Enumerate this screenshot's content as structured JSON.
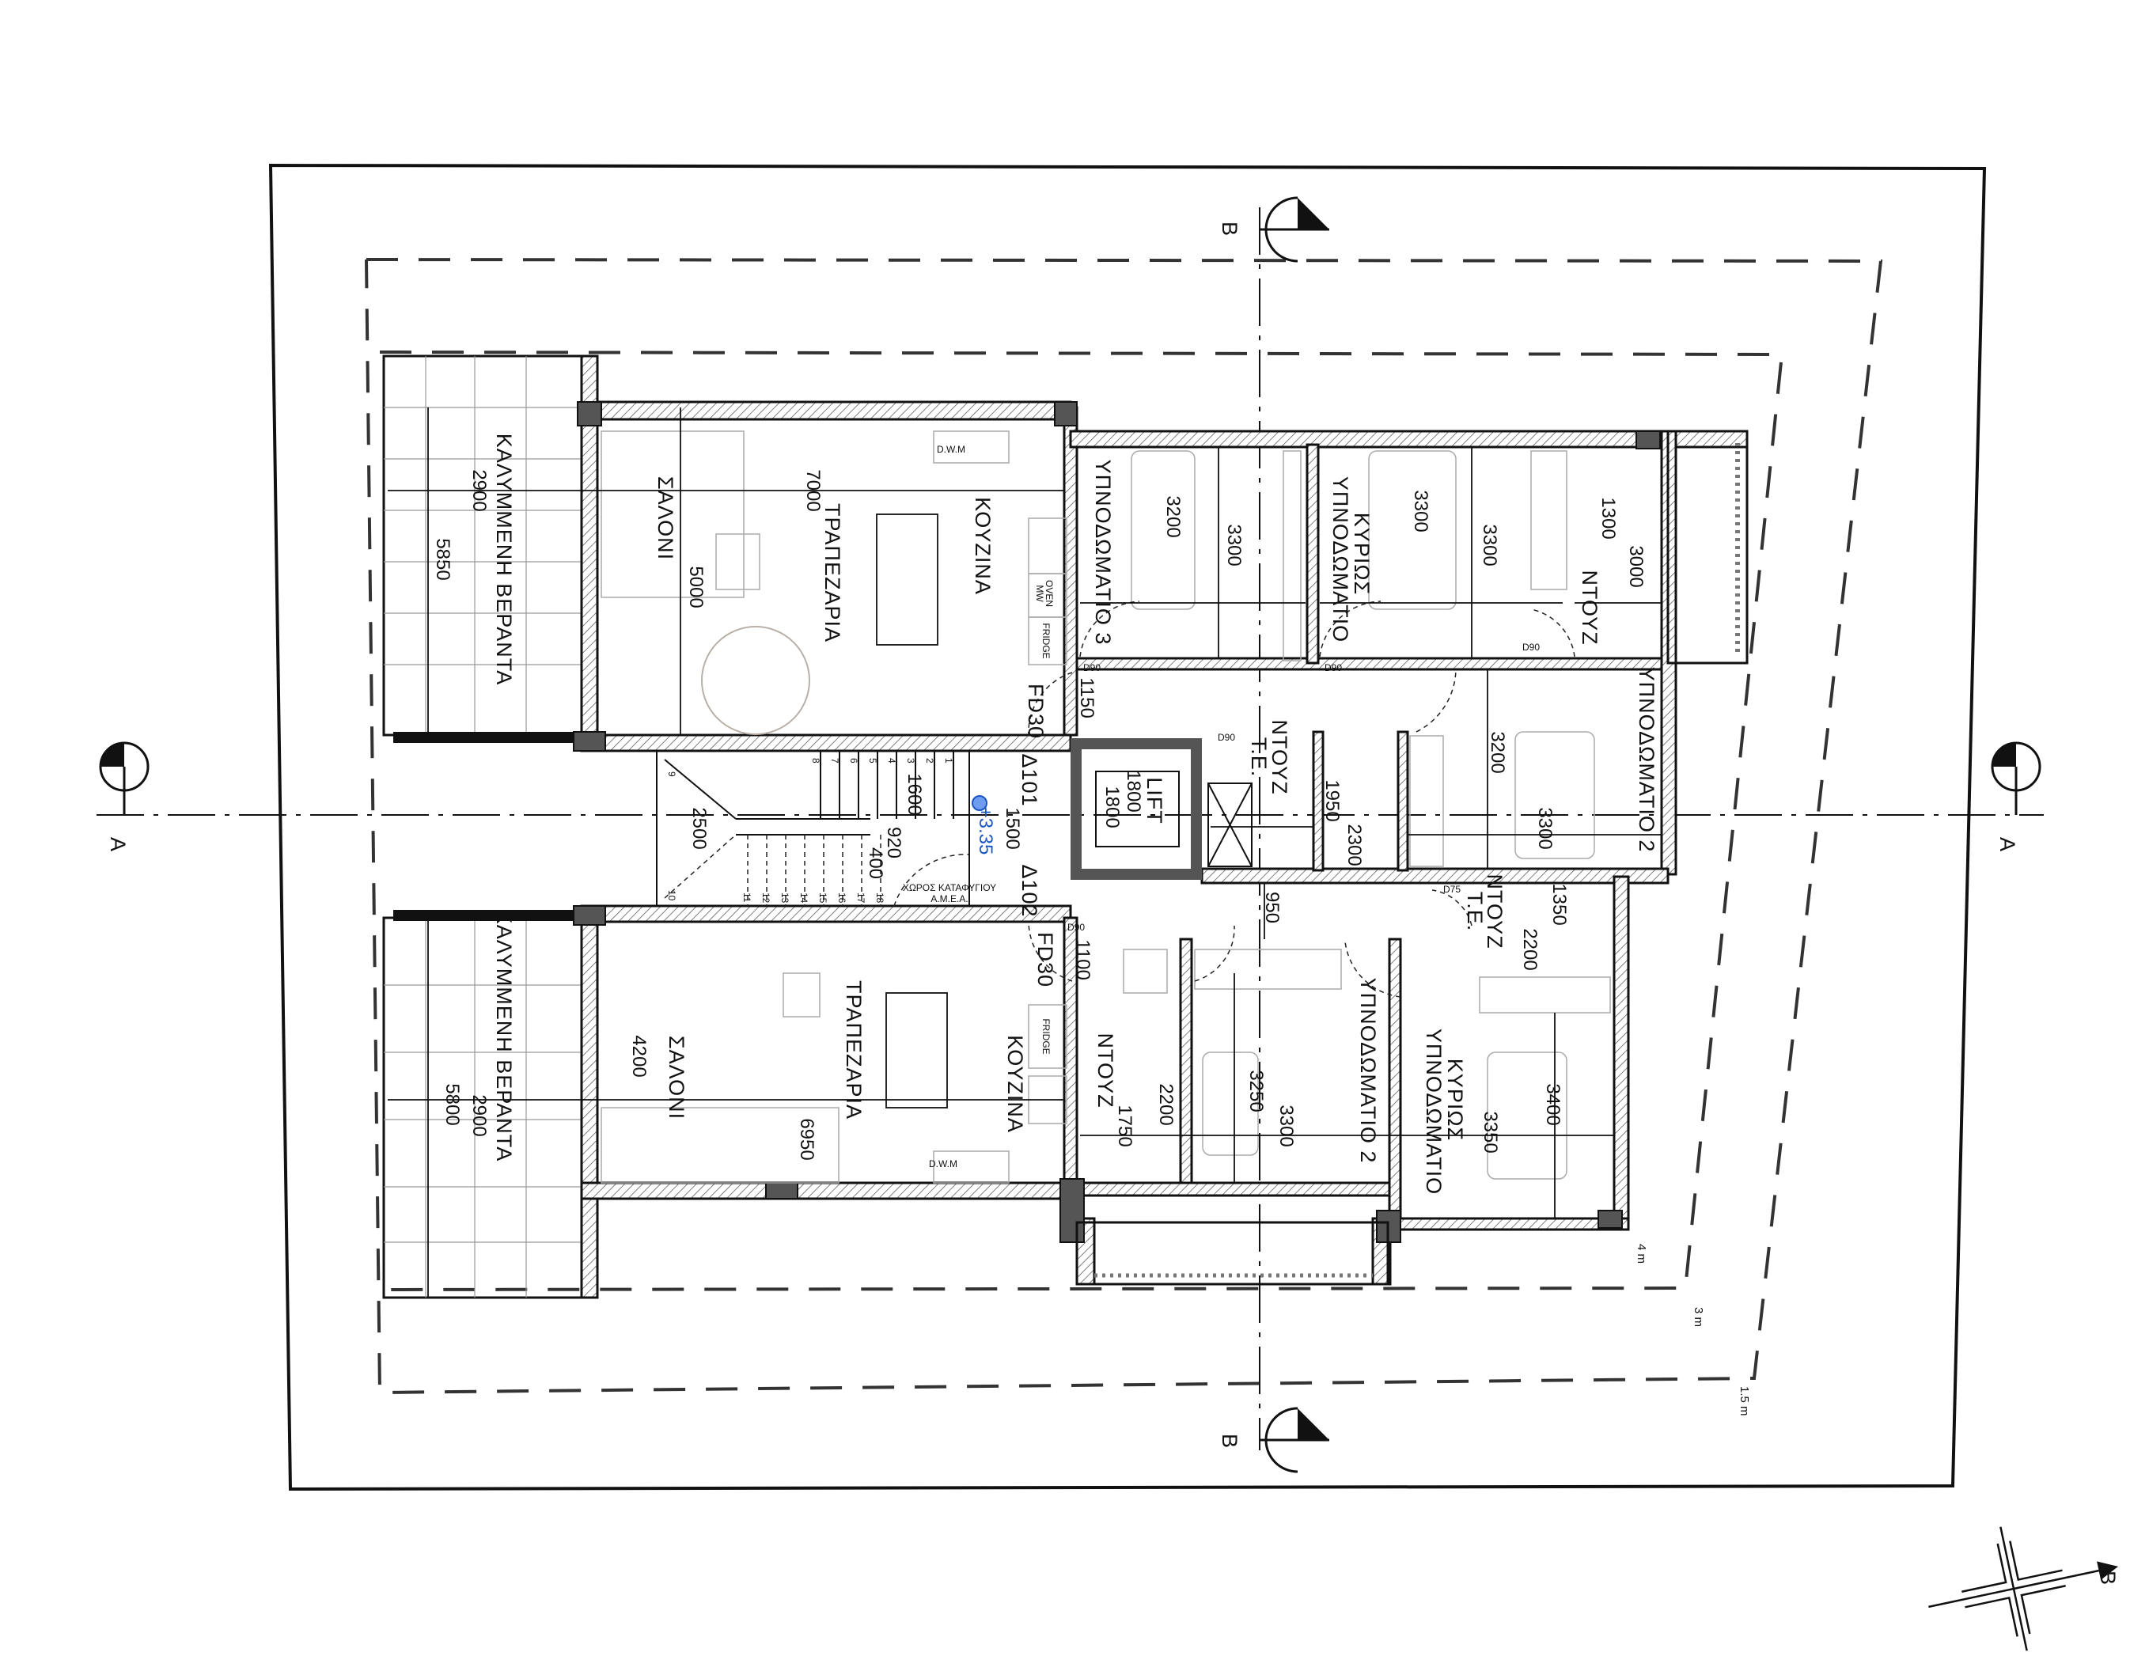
{
  "sections": {
    "a_left": "A",
    "a_right": "A",
    "b_top": "B",
    "b_bottom": "B",
    "compass": "B"
  },
  "setbacks": {
    "s4": "4 m",
    "s3": "3 m",
    "s15": "1.5 m"
  },
  "upper_apartment": {
    "veranda": "ΚΑΛΥΜΜΕΝΗ ΒΕΡΑΝΤΑ",
    "veranda_w": "2900",
    "veranda_l": "5850",
    "living": "ΣΑΛΟΝΙ",
    "living_dim": "5000",
    "width_dim": "7000",
    "dining": "ΤΡΑΠΕΖΑΡΙΑ",
    "kitchen": "ΚΟΥΖΙΝΑ",
    "oven": "OVEN",
    "mw": "MW",
    "fridge": "FRIDGE",
    "dwm": "D.W.M",
    "fire_door": "FD30",
    "corridor_dim": "1150",
    "bedroom3": "ΥΠΝΟΔΩΜΑΤΙΟ 3",
    "bedroom3_w": "3200",
    "bedroom3_l": "3300",
    "master_l1": "ΚΥΡΙΩΣ",
    "master_l2": "ΥΠΝΟΔΩΜΑΤΙΟ",
    "master_w": "3300",
    "master_l": "3300",
    "shower": "ΝΤΟΥΖ",
    "shower_w": "1300",
    "shower_l": "3000",
    "bedroom2": "ΥΠΝΟΔΩΜΑΤΙΟ 2",
    "bedroom2_w": "3200",
    "bedroom2_l": "3300",
    "shower_te": "ΝΤΟΥΖ",
    "te": "Τ.Ε.",
    "bath_w": "1950",
    "bath_l": "2300"
  },
  "core": {
    "lift": "LIFT",
    "lift_w": "1800",
    "lift_l": "1800",
    "d101": "Δ101",
    "d102": "Δ102",
    "lobby_dim": "1500",
    "level": "+3.35",
    "stair_w": "2500",
    "d920": "920",
    "d400": "400",
    "d1600": "1600",
    "shelter_l1": "ΧΩΡΟΣ ΚΑΤΑΦΥΓΙΟΥ",
    "shelter_l2": "Α.Μ.Ε.Α.",
    "steps": [
      "1",
      "2",
      "3",
      "4",
      "5",
      "6",
      "7",
      "8",
      "9",
      "10",
      "11",
      "12",
      "13",
      "14",
      "15",
      "16",
      "17",
      "18"
    ]
  },
  "lower_apartment": {
    "veranda": "ΚΑΛΥΜΜΕΝΗ ΒΕΡΑΝΤΑ",
    "veranda_w": "2900",
    "veranda_l": "5800",
    "living": "ΣΑΛΟΝΙ",
    "living_dim": "4200",
    "width_dim": "6950",
    "dining": "ΤΡΑΠΕΖΑΡΙΑ",
    "kitchen": "ΚΟΥΖΙΝΑ",
    "fridge": "FRIDGE",
    "dwm": "D.W.M",
    "fire_door": "FD30",
    "corridor_dim": "1100",
    "hall_dim": "950",
    "shower": "ΝΤΟΥΖ",
    "shower_w": "1750",
    "shower_l": "2200",
    "bedroom2": "ΥΠΝΟΔΩΜΑΤΙΟ 2",
    "bedroom2_w": "3300",
    "bedroom2_l": "3250",
    "master_l1": "ΚΥΡΙΩΣ",
    "master_l2": "ΥΠΝΟΔΩΜΑΤΙΟ",
    "master_w": "3350",
    "master_l": "3400",
    "shower_te": "ΝΤΟΥΖ",
    "te": "Τ.Ε.",
    "ens_w": "1350",
    "ens_l": "2200"
  },
  "doors": {
    "d90": "D90",
    "d75": "D75"
  }
}
